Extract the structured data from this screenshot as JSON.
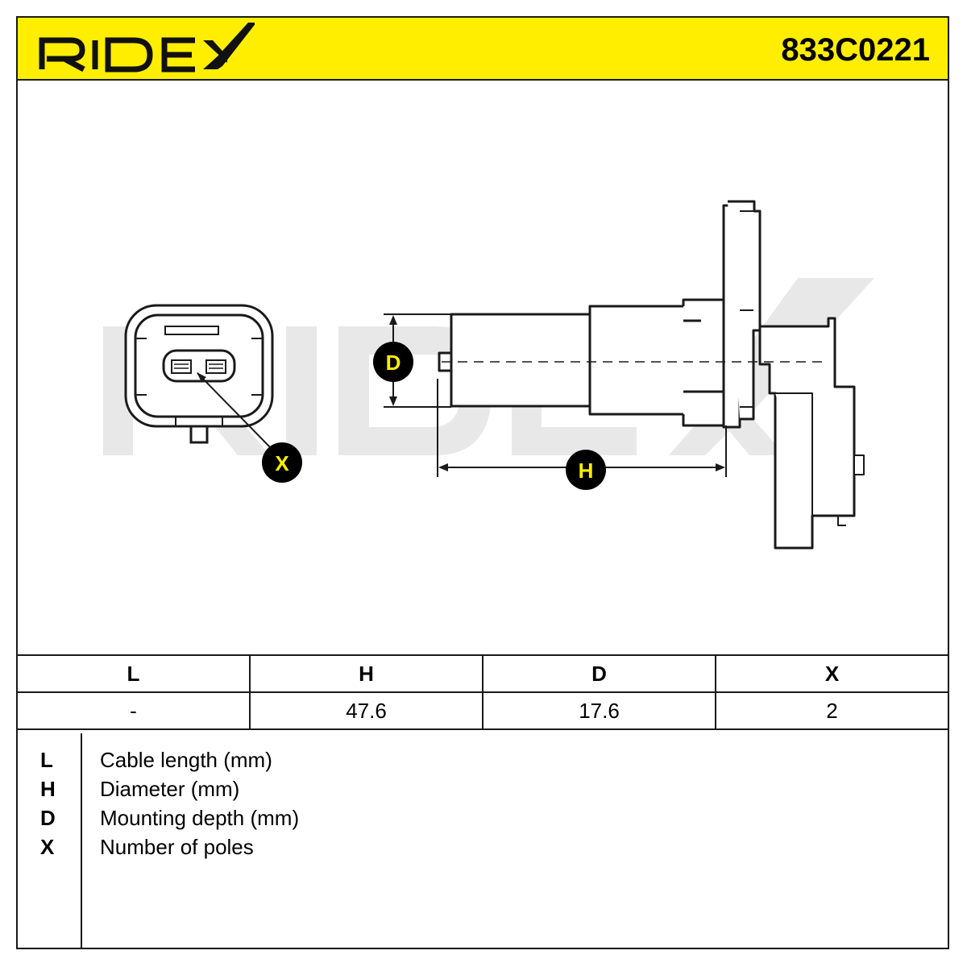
{
  "header": {
    "brand": "RIDEX",
    "part_number": "833C0221",
    "colors": {
      "header_bg": "#ffee00",
      "ink": "#1a1a1a",
      "watermark": "#e6e6e6"
    }
  },
  "drawing": {
    "watermark": "RIDEX",
    "callouts": {
      "d": "D",
      "h": "H",
      "x": "X"
    }
  },
  "spec_table": {
    "headers": [
      "L",
      "H",
      "D",
      "X"
    ],
    "values": [
      "-",
      "47.6",
      "17.6",
      "2"
    ]
  },
  "legend": [
    {
      "key": "L",
      "desc": "Cable length (mm)"
    },
    {
      "key": "H",
      "desc": "Diameter (mm)"
    },
    {
      "key": "D",
      "desc": "Mounting depth (mm)"
    },
    {
      "key": "X",
      "desc": "Number of poles"
    }
  ]
}
